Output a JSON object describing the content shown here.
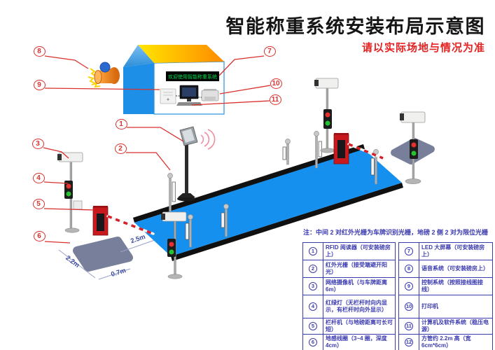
{
  "header": {
    "title": "智能称重系统安装布局示意图",
    "subtitle": "请以实际场地与情况为准"
  },
  "house": {
    "led_text": "欢迎使用智能称重系统"
  },
  "dimensions": {
    "d25": "2.5m",
    "d22": "2.2m",
    "d07": "0.7m"
  },
  "callouts": {
    "c1": "1",
    "c2": "2",
    "c3": "3",
    "c4": "4",
    "c5": "5",
    "c6": "6",
    "c7": "7",
    "c8": "8",
    "c9": "9",
    "c10": "10",
    "c11": "11"
  },
  "legend": {
    "note": "注：中间 2 对红外光栅为车牌识别光栅，地磅 2 侧 2 对为限位光栅",
    "left": [
      {
        "num": "1",
        "desc": "RFID 阅读器（可安装磅房上）"
      },
      {
        "num": "2",
        "desc": "红外光栅（接受端避开阳光）"
      },
      {
        "num": "3",
        "desc": "网络摄像机（与车牌距离 6m）"
      },
      {
        "num": "4",
        "desc": "红绿灯（无栏杆时向内显示，有栏杆时向外显示）"
      },
      {
        "num": "5",
        "desc": "栏杆机（与地磅距离可长可短）"
      },
      {
        "num": "6",
        "desc": "地感线圈（3~4 圈，深度 4cm）"
      }
    ],
    "right": [
      {
        "num": "7",
        "desc": "LED 大屏幕（可安装磅房上）"
      },
      {
        "num": "8",
        "desc": "语音系统（可安装磅房上）"
      },
      {
        "num": "9",
        "desc": "控制系统（按照接线图接线）"
      },
      {
        "num": "10",
        "desc": "打印机"
      },
      {
        "num": "11",
        "desc": "计算机及软件系统（稳压电源）"
      },
      {
        "num": "12",
        "desc": "方管约 2.2m 高（宽 6cm*6cm）"
      }
    ]
  },
  "colors": {
    "platform_blue": "#1590ee",
    "legend_blue": "#3b3bb0",
    "callout_red": "#d9312e",
    "roof_yellow": "#ffdf00",
    "roof_orange": "#ff8a00",
    "mat_gray": "#787f9a"
  }
}
